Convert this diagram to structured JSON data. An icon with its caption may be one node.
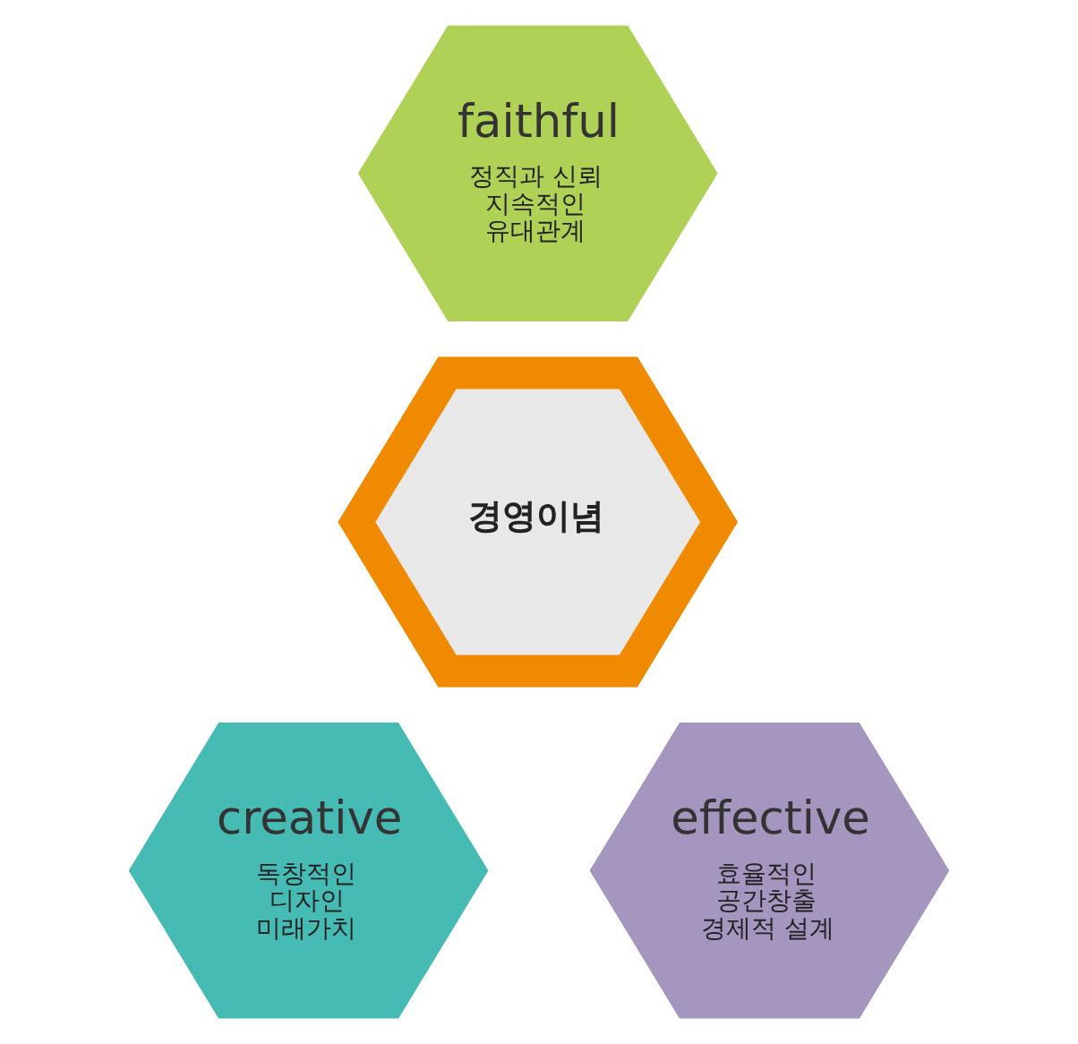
{
  "diagram": {
    "nodes": [
      {
        "text": [
          "faithful",
          "정직과 신뢰 지속적인 유대관계"
        ]
      },
      {
        "text": [
          "경영이념"
        ]
      },
      {
        "text": [
          "creative",
          "독창적인 디자인 미래가치"
        ]
      },
      {
        "text": [
          "effective",
          "효율적인 공간창출 경제적 설계"
        ]
      }
    ],
    "edges": []
  }
}
